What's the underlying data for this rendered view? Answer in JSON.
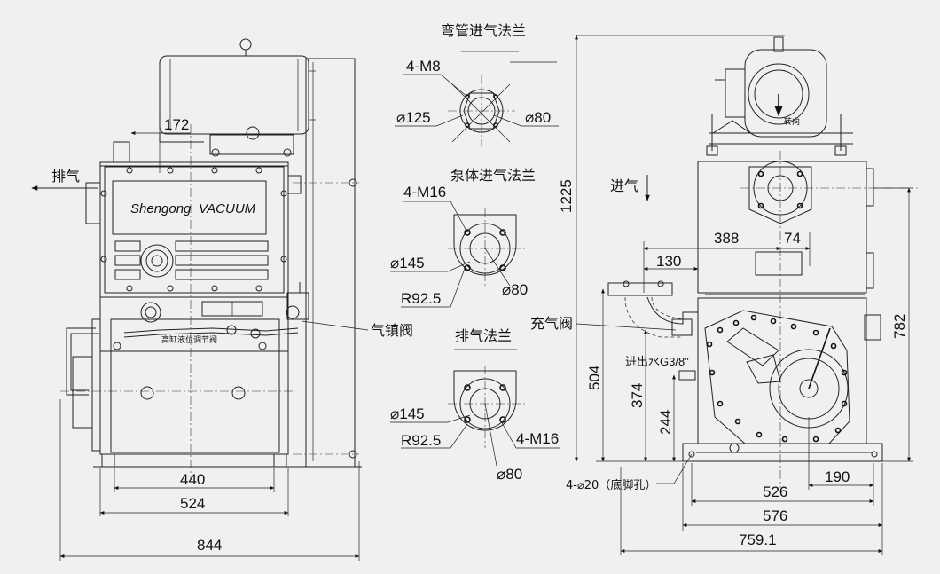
{
  "brand": {
    "name": "Shengong",
    "product": "VACUUM"
  },
  "front_view": {
    "exhaust_label": "排气",
    "gas_ballast_label": "气镇阀",
    "oil_level_label": "高缸液位调节阀",
    "dims": {
      "d172": "172",
      "d440": "440",
      "d524": "524",
      "d844": "844"
    }
  },
  "flanges": {
    "elbow": {
      "title": "弯管进气法兰",
      "bolts": "4-M8",
      "pcd": "⌀125",
      "bore": "⌀80"
    },
    "body_inlet": {
      "title": "泵体进气法兰",
      "bolts": "4-M16",
      "pcd": "⌀145",
      "radius": "R92.5",
      "bore": "⌀80"
    },
    "exhaust": {
      "title": "排气法兰",
      "pcd": "⌀145",
      "radius": "R92.5",
      "bolts": "4-M16",
      "bore": "⌀80"
    }
  },
  "side_view": {
    "inlet_label": "进气",
    "fill_valve_label": "充气阀",
    "water_label": "进出水G3/8\"",
    "foot_holes_label": "4-⌀20（底脚孔）",
    "dims": {
      "d1225": "1225",
      "d388": "388",
      "d74": "74",
      "d130": "130",
      "d782": "782",
      "d504": "504",
      "d374": "374",
      "d244": "244",
      "d190": "190",
      "d526": "526",
      "d576": "576",
      "d759": "759.1"
    }
  }
}
